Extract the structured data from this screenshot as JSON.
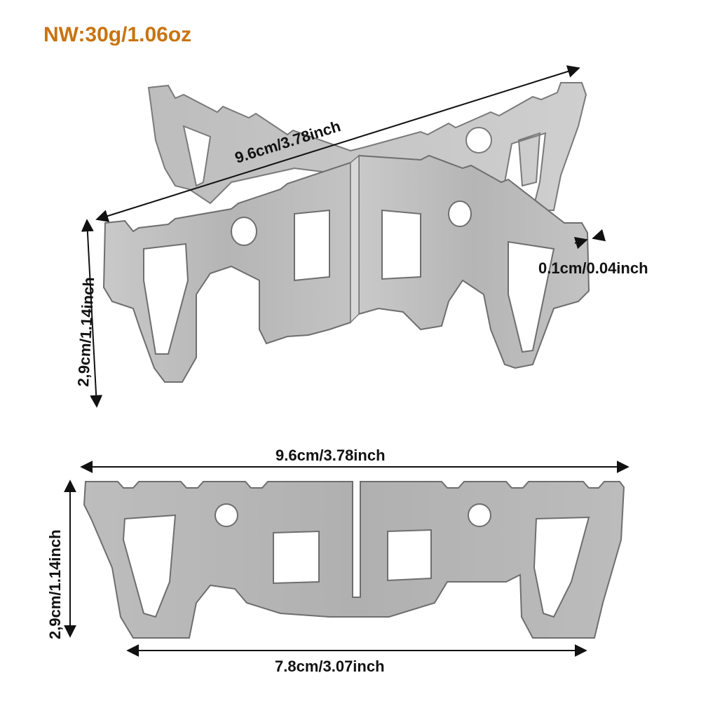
{
  "weight": {
    "label": "NW:30g/1.06oz",
    "color": "#c8740f"
  },
  "assembled": {
    "length_label": "9.6cm/3.78inch",
    "height_label": "2,9cm/1.14inch",
    "thickness_label": "0.1cm/0.04inch"
  },
  "flat_piece": {
    "length_label": "9.6cm/3.78inch",
    "height_label": "2,9cm/1.14inch",
    "bottom_label": "7.8cm/3.07inch"
  },
  "colors": {
    "metal_light": "#c4c4c4",
    "metal_mid": "#a9a9a9",
    "metal_dark": "#8a8a8a",
    "outline": "#6e6e6e",
    "dimension_line": "#111111"
  }
}
